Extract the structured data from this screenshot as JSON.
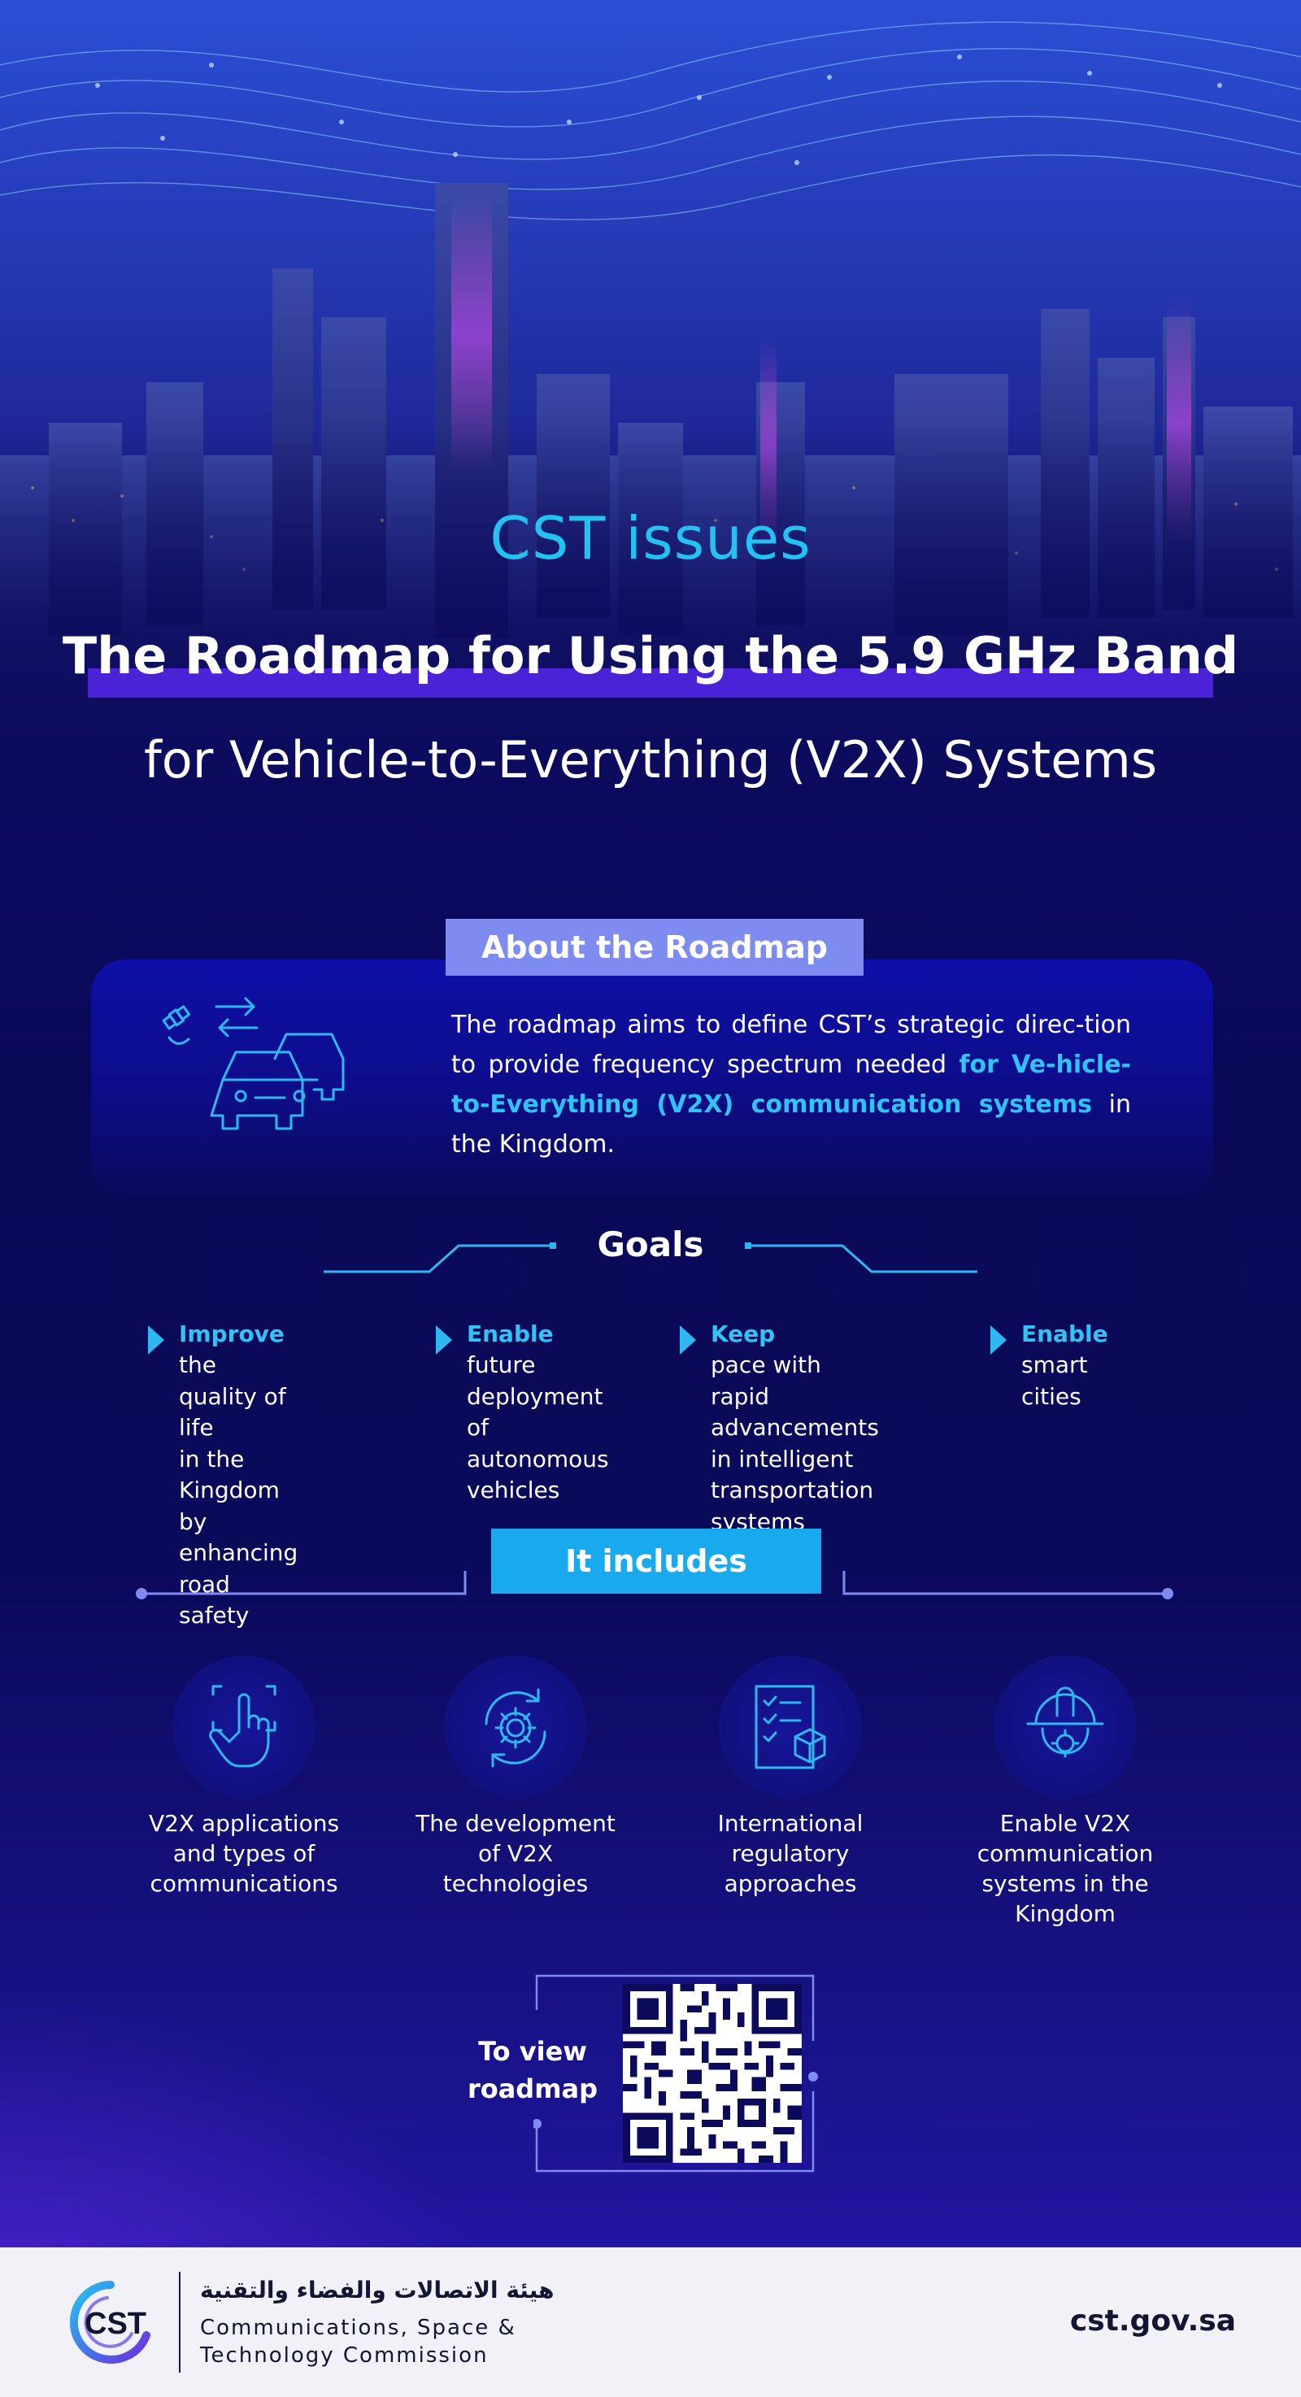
{
  "hero": {
    "kicker": "CST issues",
    "title": "The Roadmap for Using the 5.9 GHz Band",
    "subtitle": "for Vehicle-to-Everything (V2X) Systems"
  },
  "about": {
    "tag": "About the Roadmap",
    "text_before": "The roadmap aims to define CST’s strategic direc-tion to provide frequency spectrum needed ",
    "text_highlight": "for Ve-hicle-to-Everything (V2X) communication systems",
    "text_after": " in the Kingdom.",
    "icon": "satellite-cars-icon"
  },
  "goals": {
    "title": "Goals",
    "items": [
      {
        "head": "Improve",
        "body": "the quality of life\nin the Kingdom by\nenhancing road\nsafety"
      },
      {
        "head": "Enable",
        "body": "future\ndeployment of\nautonomous\nvehicles"
      },
      {
        "head": "Keep",
        "body": "pace with rapid\nadvancements\nin intelligent\ntransportation systems"
      },
      {
        "head": "Enable",
        "body": "smart cities"
      }
    ]
  },
  "includes": {
    "title": "It includes",
    "items": [
      {
        "label": "V2X applications\nand types of\ncommunications",
        "icon": "touch-hand-icon"
      },
      {
        "label": "The development\nof V2X\ntechnologies",
        "icon": "gear-cycle-icon"
      },
      {
        "label": "International\nregulatory\napproaches",
        "icon": "checklist-box-icon"
      },
      {
        "label": "Enable V2X\ncommunication\nsystems in the\nKingdom",
        "icon": "helmet-gear-icon"
      }
    ]
  },
  "qr": {
    "label": "To view\nroadmap"
  },
  "footer": {
    "logo_text": "CST",
    "arabic_name": "هيئة الاتصالات والفضاء والتقنية",
    "english_line1": "Communications, Space &",
    "english_line2": "Technology Commission",
    "url": "cst.gov.sa"
  },
  "colors": {
    "accent_cyan": "#2fc4f5",
    "highlight_purple": "#4a23d8",
    "tag_lavender": "#7e8cf2",
    "tag_blue": "#19a9ee",
    "navy": "#0b0a5c"
  }
}
